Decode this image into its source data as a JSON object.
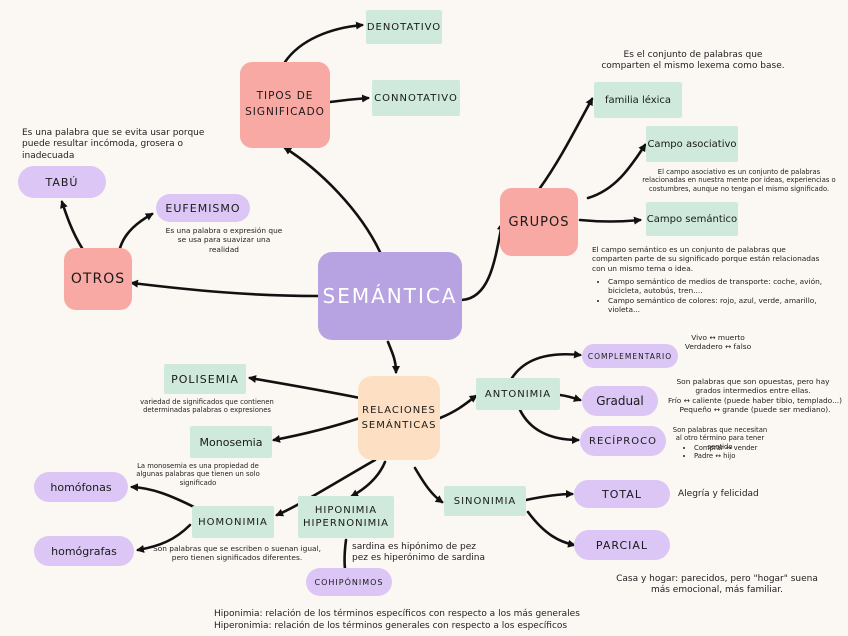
{
  "center": "SEMÁNTICA",
  "tipos": {
    "title": "TIPOS DE SIGNIFICADO",
    "denotativo": "DENOTATIVO",
    "connotativo": "CONNOTATIVO"
  },
  "grupos": {
    "title": "GRUPOS",
    "familia": "familia léxica",
    "familia_def": "Es el conjunto de palabras que comparten el mismo lexema como base.",
    "asociativo": "Campo asociativo",
    "asociativo_def": "El campo asociativo es un conjunto de palabras relacionadas en nuestra mente por ideas, experiencias o costumbres, aunque no tengan el mismo significado.",
    "semantico": "Campo semántico",
    "semantico_def": "El campo semántico es un conjunto de palabras que comparten parte de su significado porque están relacionadas con un mismo tema o idea.",
    "examples": [
      "Campo semántico de medios de transporte: coche, avión, bicicleta, autobús, tren....",
      "Campo semántico de colores: rojo, azul, verde, amarillo, violeta..."
    ]
  },
  "otros": {
    "title": "OTROS",
    "tabu": "TABÚ",
    "tabu_def": "Es una palabra que se evita usar porque puede resultar incómoda, grosera o inadecuada",
    "eufemismo": "EUFEMISMO",
    "eufemismo_def": "Es una palabra o expresión que se usa para suavizar una realidad"
  },
  "relaciones": {
    "title": "RELACIONES SEMÁNTICAS",
    "polisemia": "POLISEMIA",
    "polisemia_def": "variedad de significados que contienen determinadas palabras o expresiones",
    "monosemia": "Monosemia",
    "monosemia_def": "La monosemia es una propiedad de algunas palabras que tienen un solo significado",
    "homonimia": "HOMONIMIA",
    "homonimia_def": "Son palabras que se escriben o suenan igual, pero tienen significados diferentes.",
    "homofonas": "homófonas",
    "homografas": "homógrafas",
    "hiponimia": "HIPONIMIA HIPERNONIMIA",
    "hiponimia_example": "sardina es hipónimo de pez pez es hiperónimo de sardina",
    "cohiponimos": "COHIPÓNIMOS",
    "hiponimia_def": "Hiponimia: relación de los términos específicos con respecto a los más generales",
    "hiperonimia_def": "Hiperonimia: relación de los términos generales con respecto a los específicos"
  },
  "antonimia": {
    "title": "ANTONIMIA",
    "complementario": "COMPLEMENTARIO",
    "complementario_ex": "Vivo ↔ muerto Verdadero ↔ falso",
    "gradual": "Gradual",
    "gradual_def": "Son palabras que son opuestas, pero hay grados intermedios entre ellas.",
    "gradual_ex": "Frío ↔ caliente (puede haber tibio, templado...) Pequeño ↔ grande (puede ser mediano).",
    "reciproco": "RECÍPROCO",
    "reciproco_def": "Son palabras que necesitan al otro término para tener sentido",
    "reciproco_ex": [
      "Comprar ↔ vender",
      "Padre ↔ hijo"
    ]
  },
  "sinonimia": {
    "title": "SINONIMIA",
    "total": "TOTAL",
    "total_ex": "Alegría y felicidad",
    "parcial": "PARCIAL",
    "parcial_ex": "Casa y hogar: parecidos, pero \"hogar\" suena más emocional, más familiar."
  },
  "colors": {
    "pink": "#f9a9a3",
    "green": "#cfe9dc",
    "lilac": "#dcc6f6",
    "peach": "#fde0c4",
    "purple": "#b7a2e2",
    "background": "#fbf7f2"
  }
}
